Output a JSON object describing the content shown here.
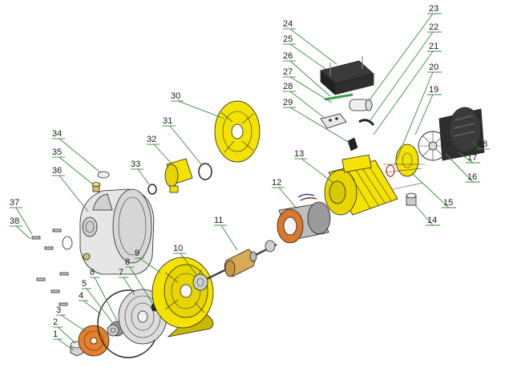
{
  "diagram": {
    "callouts": [
      "1",
      "2",
      "3",
      "4",
      "5",
      "6",
      "7",
      "8",
      "9",
      "10",
      "11",
      "12",
      "13",
      "14",
      "15",
      "16",
      "17",
      "18",
      "19",
      "20",
      "21",
      "22",
      "23",
      "24",
      "25",
      "26",
      "27",
      "28",
      "29",
      "30",
      "31",
      "32",
      "33",
      "34",
      "35",
      "36",
      "37",
      "38"
    ],
    "colors": {
      "housing": "#f4e200",
      "housing_dark": "#c9b800",
      "impeller": "#e87f2a",
      "metal": "#c8c8c8",
      "metal_dark": "#8a8a8a",
      "coil": "#d9772a",
      "cover": "#333333",
      "leader": "#3a8a3a"
    }
  }
}
